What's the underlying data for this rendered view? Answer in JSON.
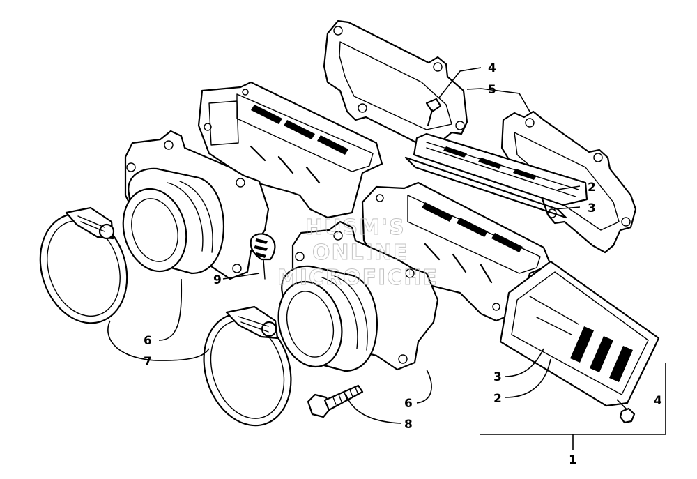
{
  "callouts": {
    "c1": "1",
    "c2a": "2",
    "c2b": "2",
    "c3a": "3",
    "c3b": "3",
    "c4a": "4",
    "c4b": "4",
    "c5": "5",
    "c6a": "6",
    "c6b": "6",
    "c7": "7",
    "c8": "8",
    "c9": "9"
  },
  "watermark": {
    "line1": "HUSM'S",
    "line2": "ONLINE",
    "line3": "MICROFICHE"
  },
  "colors": {
    "line": "#000000",
    "background": "#ffffff",
    "watermark": "#bdbdbd"
  }
}
